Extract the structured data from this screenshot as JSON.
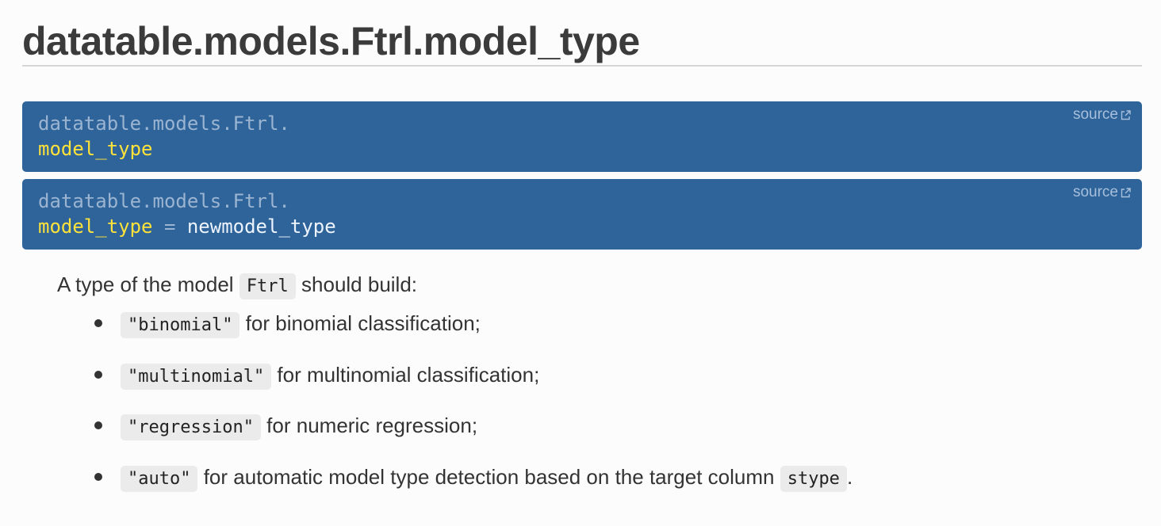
{
  "page": {
    "title": "datatable.models.Ftrl.model_type"
  },
  "signatures": [
    {
      "prefix": "datatable.models.Ftrl.",
      "name": "model_type",
      "source_label": "source"
    },
    {
      "prefix": "datatable.models.Ftrl.",
      "name": "model_type",
      "operator": " = ",
      "param": "newmodel_type",
      "source_label": "source"
    }
  ],
  "description": {
    "before": "A type of the model ",
    "code": "Ftrl",
    "after": " should build:"
  },
  "items": [
    {
      "code": "\"binomial\"",
      "text": " for binomial classification;"
    },
    {
      "code": "\"multinomial\"",
      "text": " for multinomial classification;"
    },
    {
      "code": "\"regression\"",
      "text": " for numeric regression;"
    },
    {
      "code": "\"auto\"",
      "text": " for automatic model type detection based on the target column ",
      "code2": "stype",
      "after": "."
    }
  ],
  "colors": {
    "signature_bg": "#2e6499",
    "name_yellow": "#ffe23a",
    "prefix_blue": "#9bb4d2"
  },
  "icons": {
    "source": "external-link-icon"
  }
}
